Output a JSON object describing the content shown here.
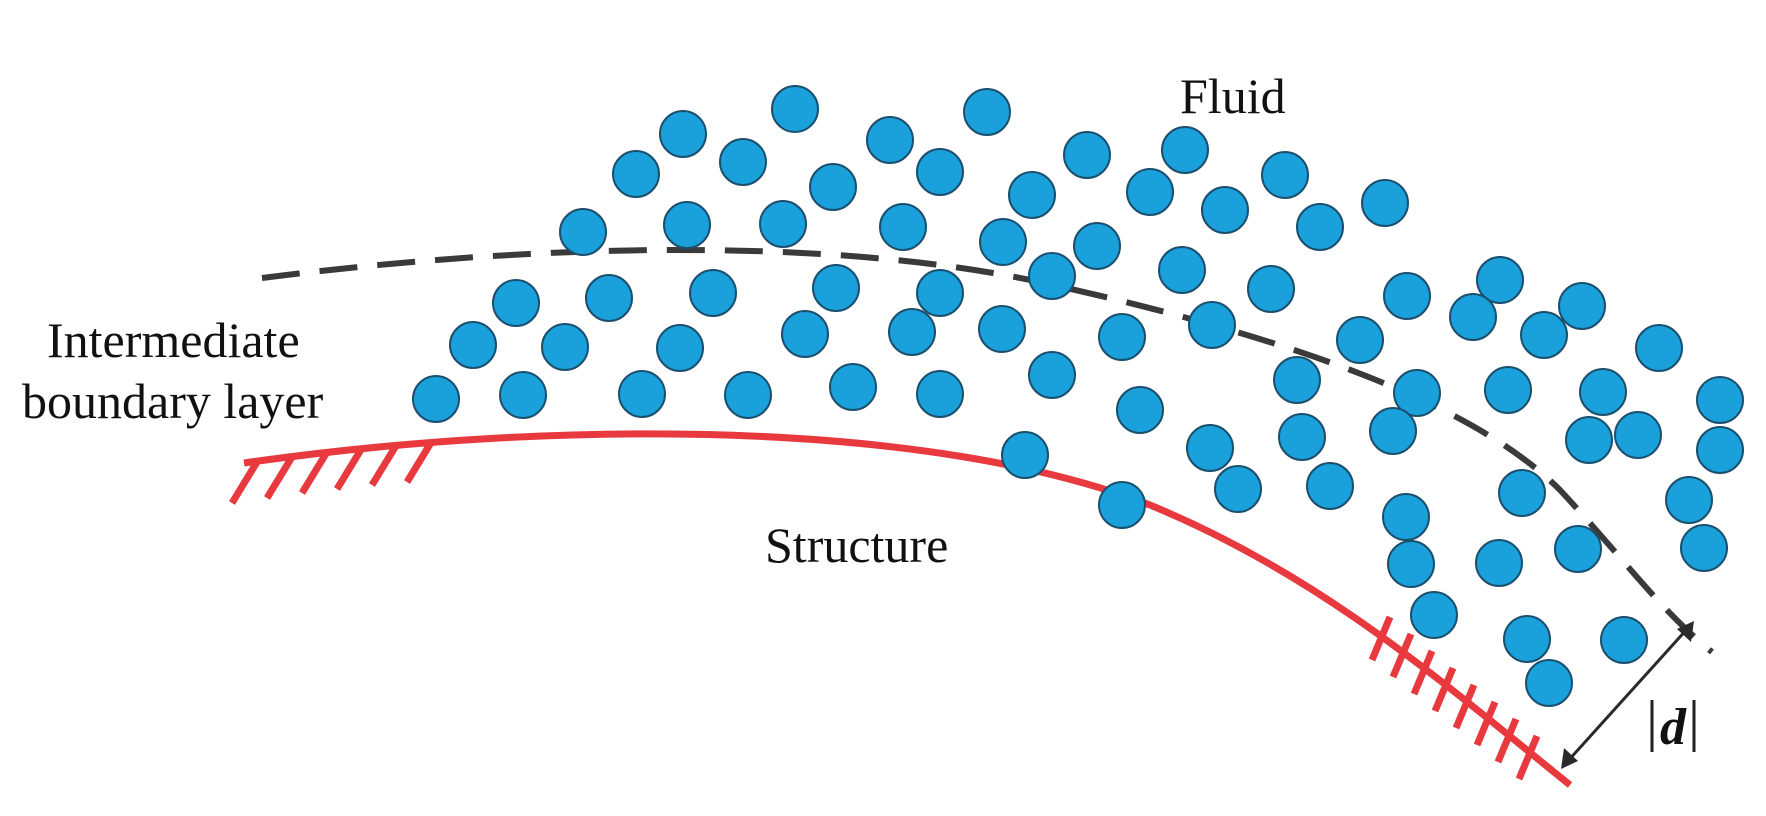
{
  "labels": {
    "fluid": "Fluid",
    "boundary_line1": "Intermediate",
    "boundary_line2": "boundary layer",
    "structure": "Structure",
    "distance": "d"
  },
  "colors": {
    "particle_fill": "#1aa1dc",
    "particle_stroke": "#1b4f6e",
    "structure": "#e8393f",
    "boundary_dash": "#3a3a3a",
    "dimension": "#2a2a2a",
    "text": "#111111"
  }
}
